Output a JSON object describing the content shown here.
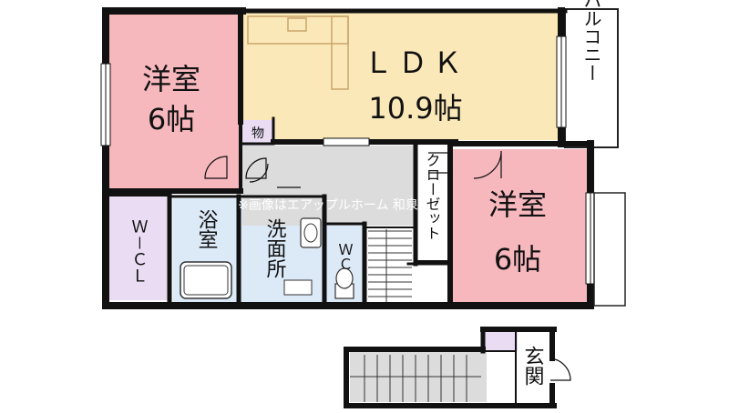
{
  "floorplan": {
    "rooms": {
      "western_left": {
        "name": "洋室",
        "size": "6帖",
        "color": "#f6b7bd"
      },
      "ldk": {
        "name": "ＬＤＫ",
        "size": "10.9帖",
        "color": "#fbe8b8"
      },
      "western_right": {
        "name": "洋室",
        "size": "6帖",
        "color": "#f6b7bd"
      },
      "wcl": {
        "name": "Ｗ－ＣＬ",
        "color": "#e9dcf3"
      },
      "bath": {
        "name": "浴室",
        "color": "#dce9f7"
      },
      "washroom": {
        "name": "洗面所",
        "color": "#dce9f7"
      },
      "wc": {
        "name": "ＷＣ",
        "color": "#dce9f7"
      },
      "storage": {
        "name": "物",
        "color": "#e9dcf3"
      },
      "closet": {
        "name": "クローゼット",
        "color": "#ffffff"
      },
      "balcony": {
        "name": "バルコニー",
        "color": "#ffffff"
      },
      "entrance": {
        "name": "玄関",
        "color": "#ffffff"
      },
      "hall": {
        "color": "#dcdcdc"
      }
    },
    "watermark": "※画像はエアップルホーム 和泉"
  }
}
